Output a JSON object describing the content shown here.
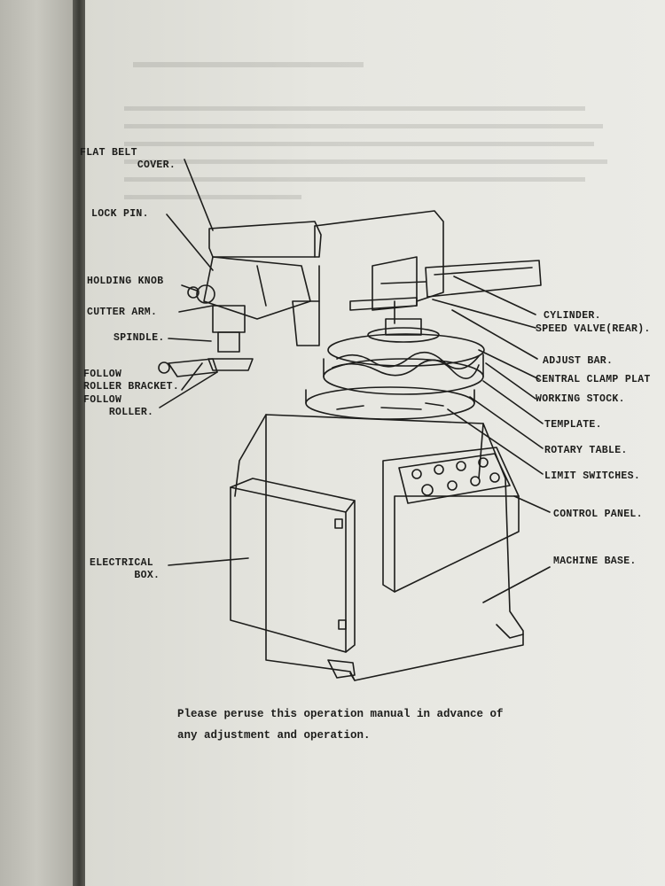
{
  "labels": {
    "flat_belt_line1": "FLAT BELT",
    "flat_belt_line2": "COVER.",
    "lock_pin": "LOCK PIN.",
    "holding_knob": "HOLDING KNOB",
    "cutter_arm": "CUTTER ARM.",
    "spindle": "SPINDLE.",
    "follow_roller_bracket_line1": "FOLLOW",
    "follow_roller_bracket_line2": "ROLLER BRACKET.",
    "follow_roller_line1": "FOLLOW",
    "follow_roller_line2": "ROLLER.",
    "electrical_box_line1": "ELECTRICAL",
    "electrical_box_line2": "BOX.",
    "cylinder": "CYLINDER.",
    "speed_valve": "SPEED VALVE(REAR).",
    "adjust_bar": "ADJUST BAR.",
    "central_clamp": "CENTRAL CLAMP PLAT",
    "working_stock": "WORKING STOCK.",
    "template": "TEMPLATE.",
    "rotary_table": "ROTARY TABLE.",
    "limit_switches": "LIMIT SWITCHES.",
    "control_panel": "CONTROL PANEL.",
    "machine_base": "MACHINE BASE."
  },
  "caption": {
    "line1": "Please peruse this operation manual in advance of",
    "line2": "any adjustment and operation."
  }
}
